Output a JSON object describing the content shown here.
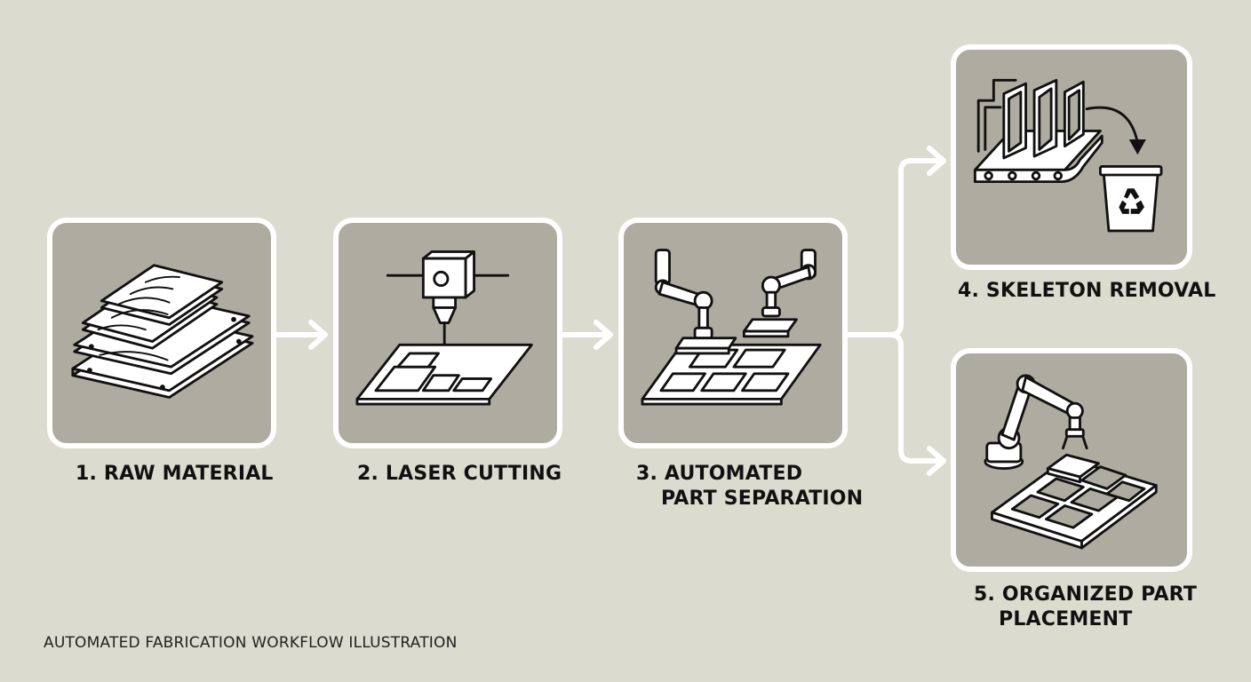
{
  "caption": "AUTOMATED FABRICATION WORKFLOW ILLUSTRATION",
  "steps": [
    {
      "label": "1. RAW MATERIAL",
      "icon": "wood-planks-icon"
    },
    {
      "label": "2. LASER CUTTING",
      "icon": "laser-cutter-icon"
    },
    {
      "label_line1": "3. AUTOMATED",
      "label_line2": "PART SEPARATION",
      "icon": "robot-arms-icon"
    },
    {
      "label": "4. SKELETON REMOVAL",
      "icon": "conveyor-recycle-icon"
    },
    {
      "label_line1": "5. ORGANIZED PART",
      "label_line2": "PLACEMENT",
      "icon": "robot-tray-icon"
    }
  ],
  "colors": {
    "background": "#dcdbd0",
    "card": "#aeaca0",
    "outline": "#ffffff",
    "ink": "#111111"
  }
}
